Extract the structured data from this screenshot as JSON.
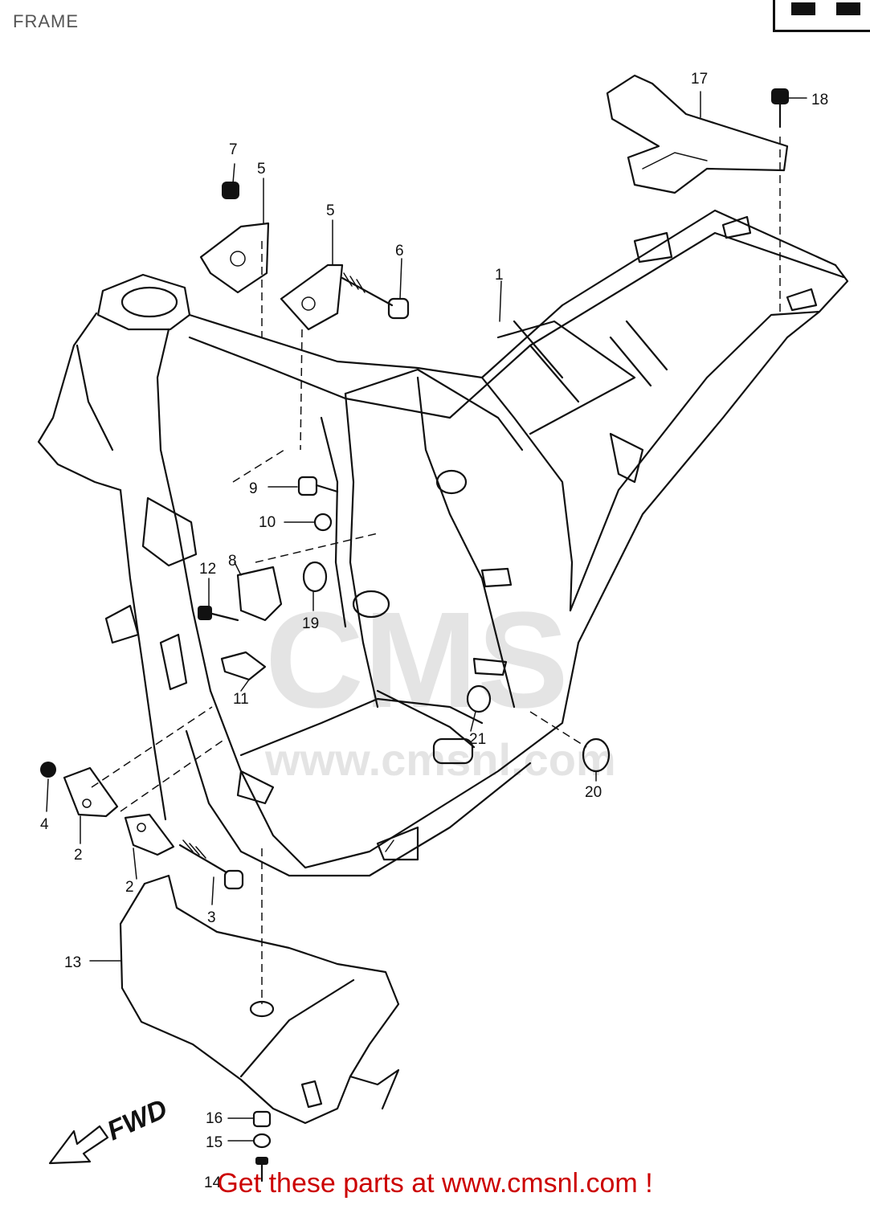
{
  "header": {
    "title": "FRAME"
  },
  "diagram": {
    "callouts": [
      {
        "id": "1",
        "label": "1"
      },
      {
        "id": "2a",
        "label": "2"
      },
      {
        "id": "2b",
        "label": "2"
      },
      {
        "id": "3a",
        "label": "3"
      },
      {
        "id": "4",
        "label": "4"
      },
      {
        "id": "5a",
        "label": "5"
      },
      {
        "id": "5b",
        "label": "5"
      },
      {
        "id": "6",
        "label": "6"
      },
      {
        "id": "7",
        "label": "7"
      },
      {
        "id": "8",
        "label": "8"
      },
      {
        "id": "9",
        "label": "9"
      },
      {
        "id": "10",
        "label": "10"
      },
      {
        "id": "11",
        "label": "11"
      },
      {
        "id": "12",
        "label": "12"
      },
      {
        "id": "13",
        "label": "13"
      },
      {
        "id": "14",
        "label": "14"
      },
      {
        "id": "15",
        "label": "15"
      },
      {
        "id": "16",
        "label": "16"
      },
      {
        "id": "17",
        "label": "17"
      },
      {
        "id": "18",
        "label": "18"
      },
      {
        "id": "19",
        "label": "19"
      },
      {
        "id": "20",
        "label": "20"
      },
      {
        "id": "21",
        "label": "21"
      }
    ],
    "fwd_label": "FWD",
    "watermark": {
      "text": "www.cmsnl.com",
      "logo_text": "CMS"
    }
  },
  "footer": {
    "promo_text": "Get these parts at www.cmsnl.com !"
  },
  "colors": {
    "line": "#111111",
    "promo": "#cc0000",
    "watermark": "#cfcfcf"
  }
}
